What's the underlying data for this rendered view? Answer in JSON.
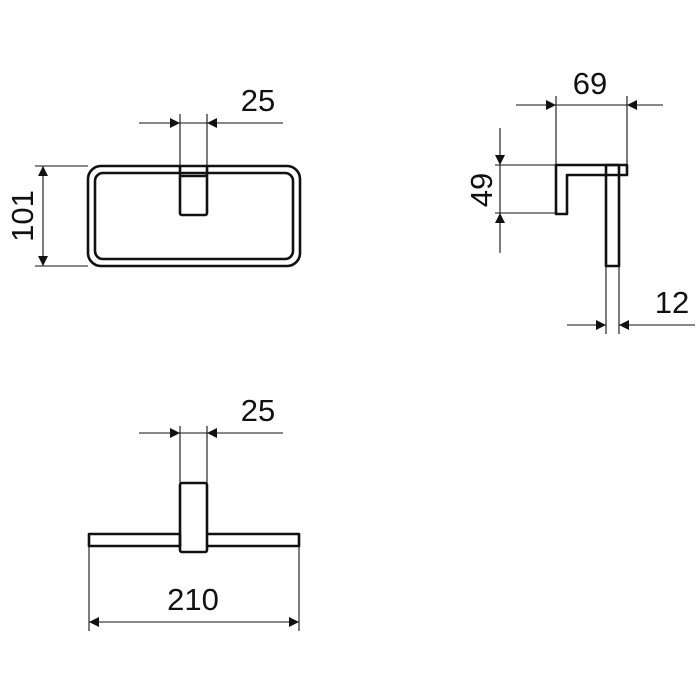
{
  "views": {
    "front": {
      "height_label": "101",
      "post_width_label": "25"
    },
    "side": {
      "depth_label": "69",
      "plate_height_label": "49",
      "bar_thickness_label": "12"
    },
    "bottom": {
      "post_width_label": "25",
      "width_label": "210"
    }
  },
  "colors": {
    "line": "#111111",
    "background": "#ffffff"
  }
}
